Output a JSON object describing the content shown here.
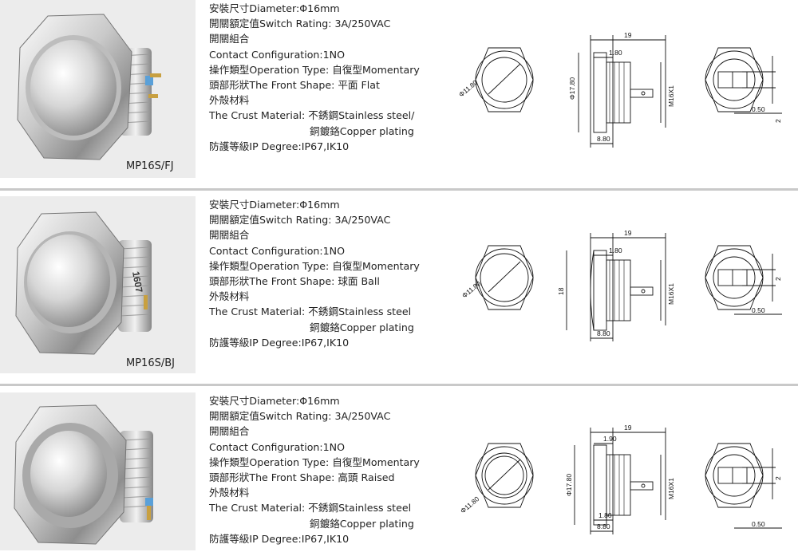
{
  "products": [
    {
      "model": "MP16S/FJ",
      "specs": [
        "安裝尺寸Diameter:Φ16mm",
        "開關額定值Switch Rating: 3A/250VAC",
        "開關組合",
        "Contact Configuration:1NO",
        "操作類型Operation Type: 自復型Momentary",
        "頭部形狀The Front Shape: 平面 Flat",
        "外殻材料",
        "The Crust Material: 不銹鋼Stainless steel/",
        "銅鍍鉻Copper plating",
        "防護等級IP Degree:IP67,IK10"
      ],
      "dims": {
        "d1": "Φ11.80",
        "h": "Φ17.80",
        "len": "19",
        "a": "1.80",
        "b": "8.80",
        "thread": "M16X1",
        "t": "2",
        "p": "0.50"
      }
    },
    {
      "model": "MP16S/BJ",
      "specs": [
        "安裝尺寸Diameter:Φ16mm",
        "開關額定值Switch Rating: 3A/250VAC",
        "開關組合",
        "Contact Configuration:1NO",
        "操作類型Operation Type: 自復型Momentary",
        "頭部形狀The Front Shape: 球面 Ball",
        "外殻材料",
        "The Crust Material: 不銹鋼Stainless steel",
        "銅鍍鉻Copper plating",
        "防護等級IP Degree:IP67,IK10"
      ],
      "engraving": "1607",
      "dims": {
        "d1": "Φ11.80",
        "h": "18",
        "len": "19",
        "a": "1.80",
        "b": "8.80",
        "thread": "M16X1",
        "t": "2",
        "p": "0.50"
      }
    },
    {
      "model": "",
      "specs": [
        "安裝尺寸Diameter:Φ16mm",
        "開關額定值Switch Rating: 3A/250VAC",
        "開關組合",
        "Contact Configuration:1NO",
        "操作類型Operation Type: 自復型Momentary",
        "頭部形狀The Front Shape: 高頭 Raised",
        "外殻材料",
        "The Crust Material: 不銹鋼Stainless steel",
        "銅鍍鉻Copper plating",
        "防護等級IP Degree:IP67,IK10"
      ],
      "dims": {
        "d1": "Φ11.80",
        "h": "Φ17.80",
        "len": "19",
        "a": "1.90",
        "a2": "1.80",
        "b": "8.80",
        "thread": "M16X1",
        "t": "2",
        "p": "0.50"
      }
    }
  ]
}
